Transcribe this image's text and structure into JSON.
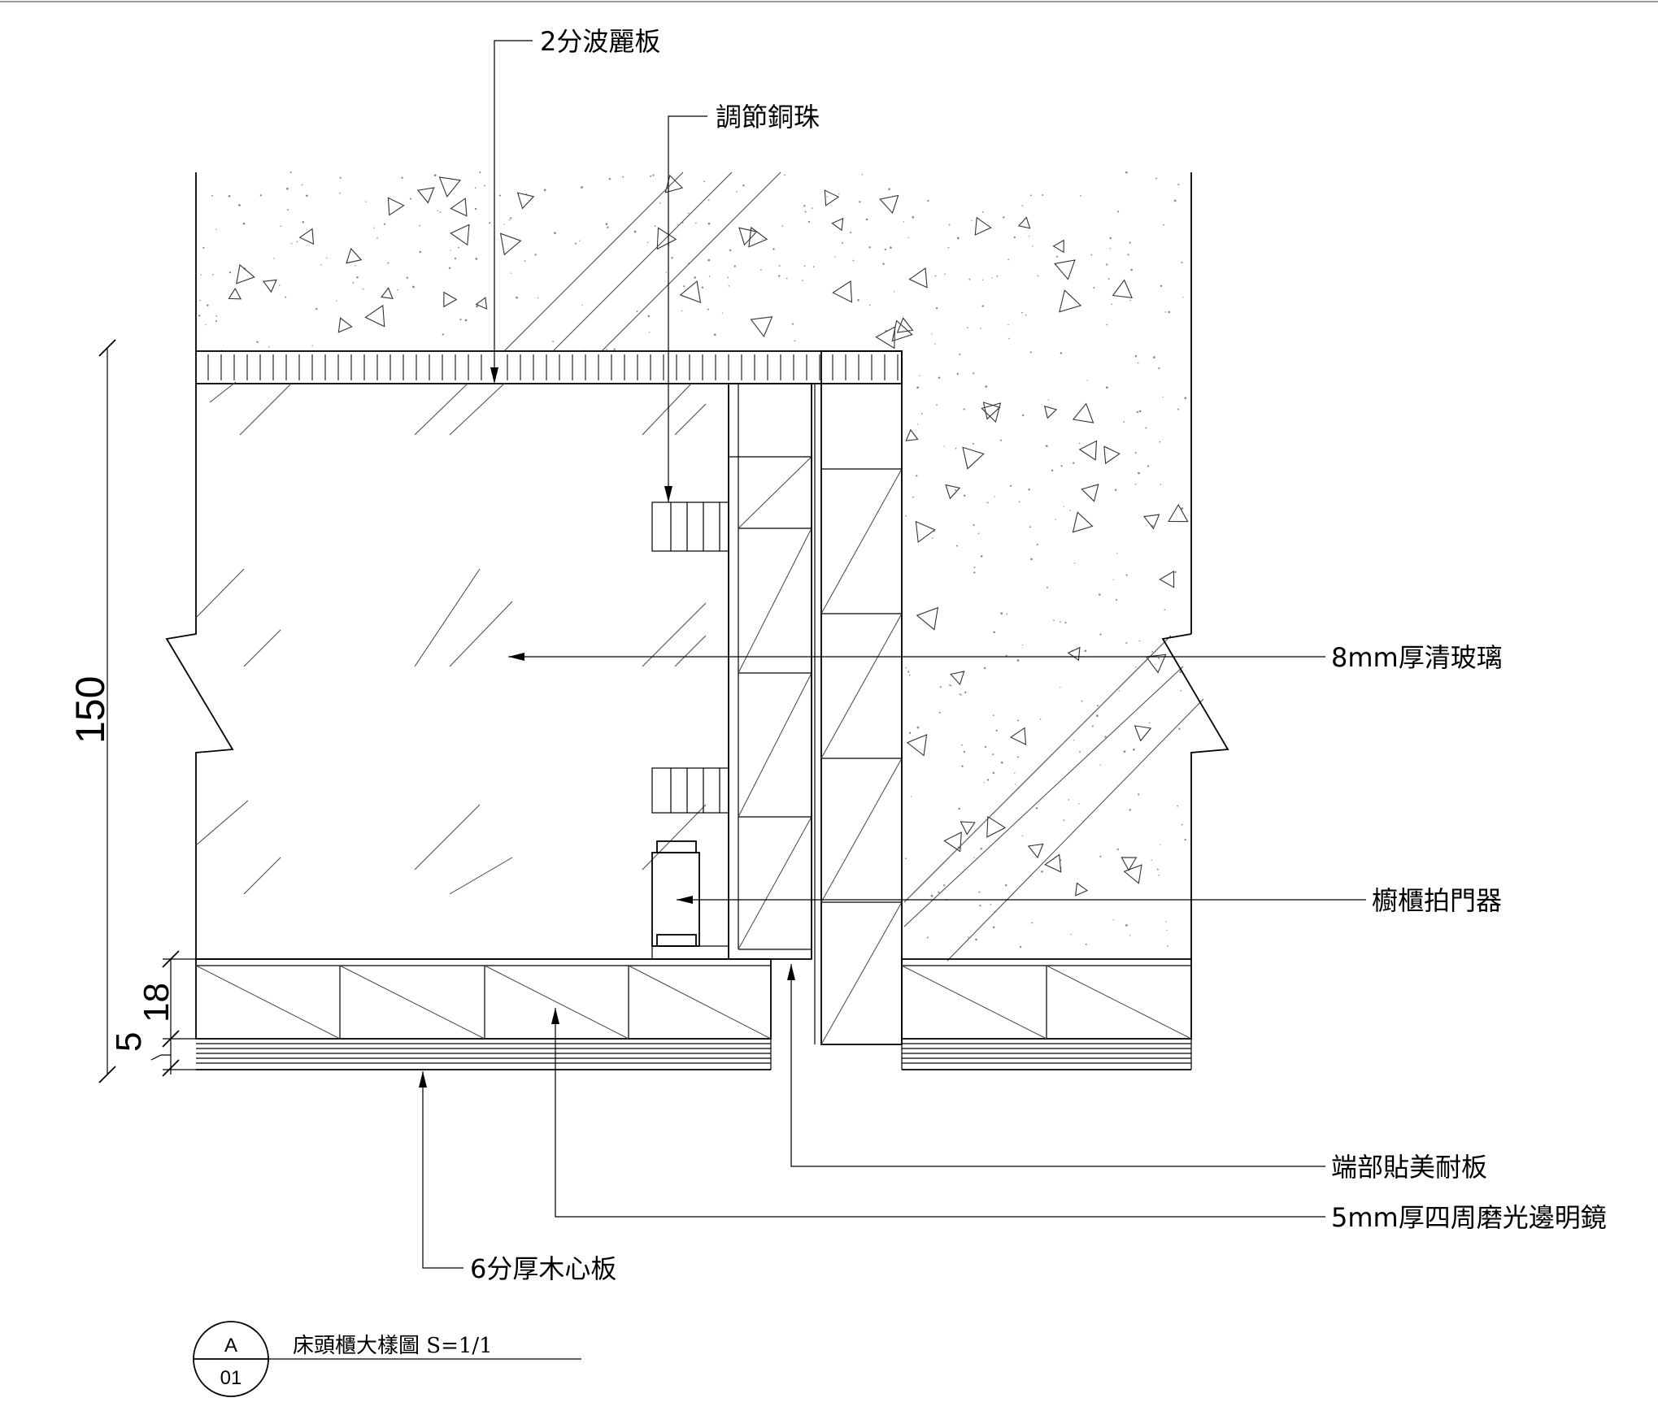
{
  "labels": {
    "corrugated_board": "2分波麗板",
    "copper_bead": "調節銅珠",
    "clear_glass": "8mm厚清玻璃",
    "door_catch": "櫥櫃拍門器",
    "end_laminate": "端部貼美耐板",
    "mirror": "5mm厚四周磨光邊明鏡",
    "plywood": "6分厚木心板"
  },
  "dimensions": {
    "total_height": "150",
    "board_thickness": "18",
    "mirror_thickness": "5"
  },
  "title_block": {
    "bubble_top": "A",
    "bubble_bottom": "01",
    "title": "床頭櫃大樣圖 S=1/1"
  }
}
